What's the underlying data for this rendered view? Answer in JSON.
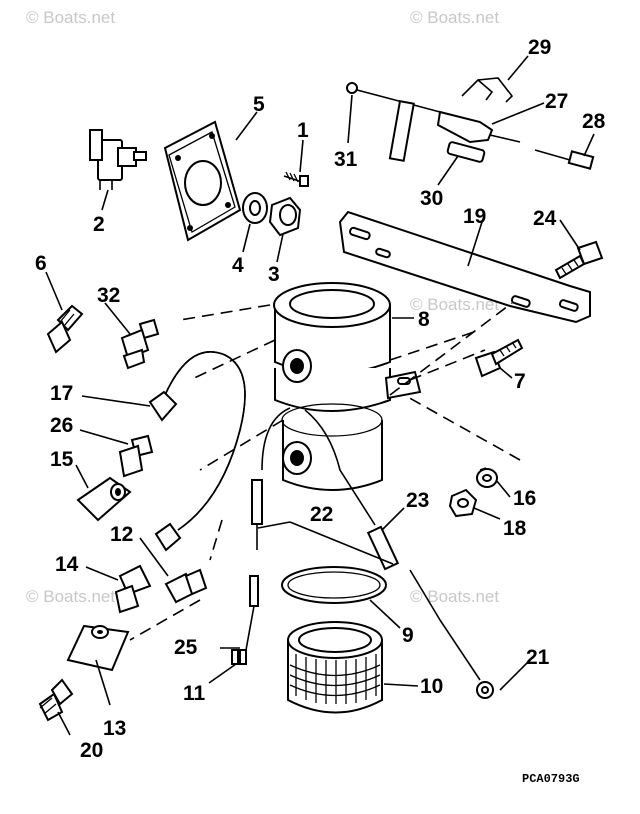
{
  "watermark": "© Boats.net",
  "diagram_code": "PCA0793G",
  "callouts": {
    "c1": "1",
    "c2": "2",
    "c3": "3",
    "c4": "4",
    "c5": "5",
    "c6": "6",
    "c7": "7",
    "c8": "8",
    "c9": "9",
    "c10": "10",
    "c11": "11",
    "c12": "12",
    "c13": "13",
    "c14": "14",
    "c15": "15",
    "c16": "16",
    "c17": "17",
    "c18": "18",
    "c19": "19",
    "c20": "20",
    "c21": "21",
    "c22": "22",
    "c23": "23",
    "c24": "24",
    "c25": "25",
    "c26": "26",
    "c27": "27",
    "c28": "28",
    "c29": "29",
    "c30": "30",
    "c31": "31",
    "c32": "32"
  },
  "colors": {
    "line": "#000000",
    "watermark": "#c8c8c8",
    "background": "#ffffff"
  }
}
